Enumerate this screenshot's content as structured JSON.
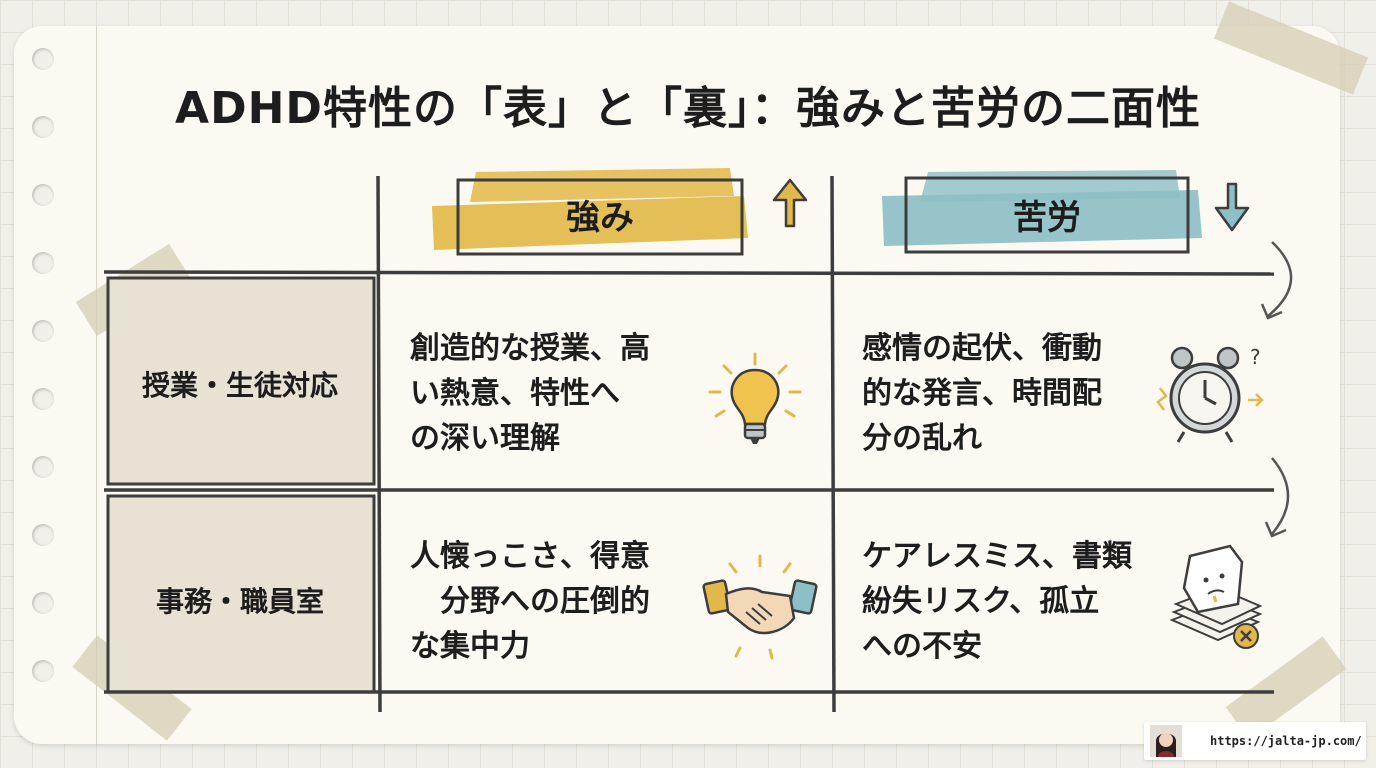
{
  "title": "ADHD特性の「表」と「裏」：強みと苦労の二面性",
  "headers": {
    "strength": "強み",
    "struggle": "苦労"
  },
  "rows": [
    {
      "label": "授業・生徒対応",
      "strength": "創造的な授業、高\nい熱意、特性へ\nの深い理解",
      "strength_icon": "lightbulb-icon",
      "struggle": "感情の起伏、衝動\n的な発言、時間配\n分の乱れ",
      "struggle_icon": "alarm-clock-icon"
    },
    {
      "label": "事務・職員室",
      "strength": "人懐っこさ、得意\n　分野への圧倒的\nな集中力",
      "strength_icon": "handshake-icon",
      "struggle": "ケアレスミス、書類\n紛失リスク、孤立\nへの不安",
      "struggle_icon": "crumpled-paper-icon"
    }
  ],
  "colors": {
    "strength_highlight": "#e2b84a",
    "struggle_highlight": "#8dbfc6",
    "row_label_bg": "#e8e2d4",
    "line": "#3d3d3d"
  },
  "footer": {
    "url": "https://jalta-jp.com/"
  }
}
